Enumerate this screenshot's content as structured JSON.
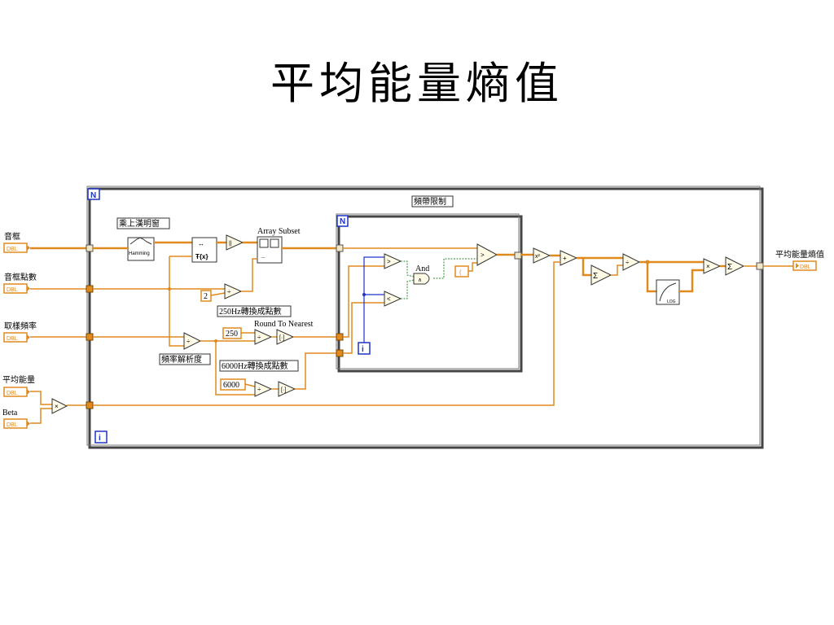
{
  "title": "平均能量熵值",
  "terminals": {
    "frame": "音框",
    "frame_points": "音框點數",
    "sample_rate": "取樣頻率",
    "avg_energy": "平均能量",
    "beta": "Beta",
    "output": "平均能量熵值",
    "dbl": "DBL"
  },
  "labels": {
    "hamming_window": "乘上漢明窗",
    "hamming": "Hamming",
    "array_subset": "Array Subset",
    "hz250": "250Hz轉換成點數",
    "round": "Round To Nearest",
    "freq_res": "頻率解析度",
    "hz6000": "6000Hz轉換成點數",
    "band_limit": "頻帶限制",
    "and": "And"
  },
  "constants": {
    "two": "2",
    "c250": "250",
    "c6000": "6000"
  },
  "loop_labels": {
    "n": "N",
    "i": "i"
  },
  "colors": {
    "wire_orange": "#e08a1e",
    "wire_blue": "#1f33c7",
    "wire_green": "#2a8a2a",
    "loop_border": "#555555"
  }
}
